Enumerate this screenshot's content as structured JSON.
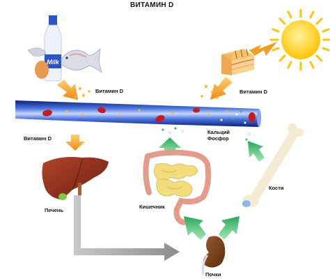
{
  "title": "ВИТАМИН D",
  "labels": {
    "vitamin_d_food": "Витамин D",
    "vitamin_d_skin": "Витамин D",
    "vitamin_d_left": "Витамин D",
    "calcium": "Кальций",
    "phosphorus": "Фосфор",
    "liver": "Печень",
    "intestine": "Кишечник",
    "bones": "Кости",
    "kidneys": "Почки"
  },
  "milk_label": "Milk",
  "icons": [
    "sun-icon",
    "skin-layer-icon",
    "milk-bottle-icon",
    "egg-icon",
    "fish-icon",
    "blood-vessel-icon",
    "liver-icon",
    "intestine-icon",
    "bone-icon",
    "kidney-icon"
  ],
  "colors": {
    "arrow_orange": "#f0a020",
    "arrow_green": "#3dbb6a",
    "arrow_gray": "#a0a0a0",
    "vessel": "#1f3fae",
    "sun": "#ffd21f"
  }
}
